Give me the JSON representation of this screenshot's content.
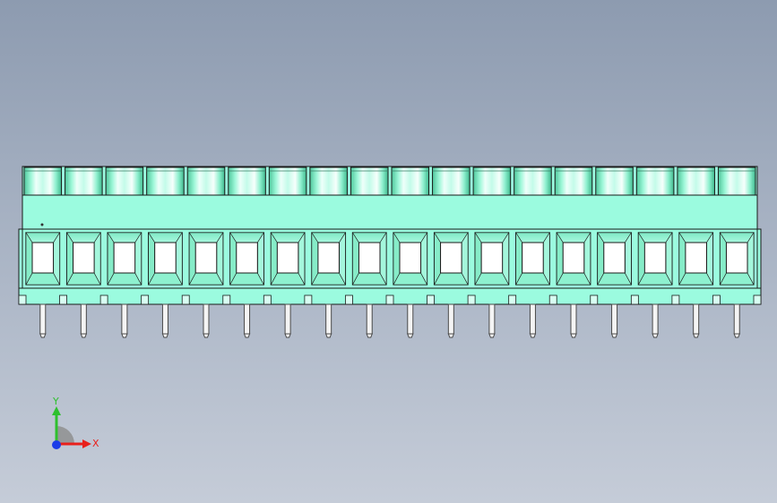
{
  "model": {
    "name": "terminal-block-18-pole",
    "pole_count": 18,
    "colors": {
      "body": "#9bfbdf",
      "body_mid": "#b6fde9",
      "outline": "#1a1a1a",
      "cap_dark": "#5fd3ac",
      "cap_light": "#f1fffb",
      "window": "#ffffff",
      "pin": "#f4f4f4",
      "pin_edge": "#4a4a4a"
    }
  },
  "triad": {
    "x_label": "X",
    "y_label": "Y",
    "colors": {
      "x": "#e8201c",
      "y": "#2ec02e",
      "z": "#1c3ce8",
      "disc": "#8f8f8f"
    },
    "icons": [
      "x-axis-arrow-icon",
      "y-axis-arrow-icon",
      "z-axis-origin-icon"
    ]
  }
}
